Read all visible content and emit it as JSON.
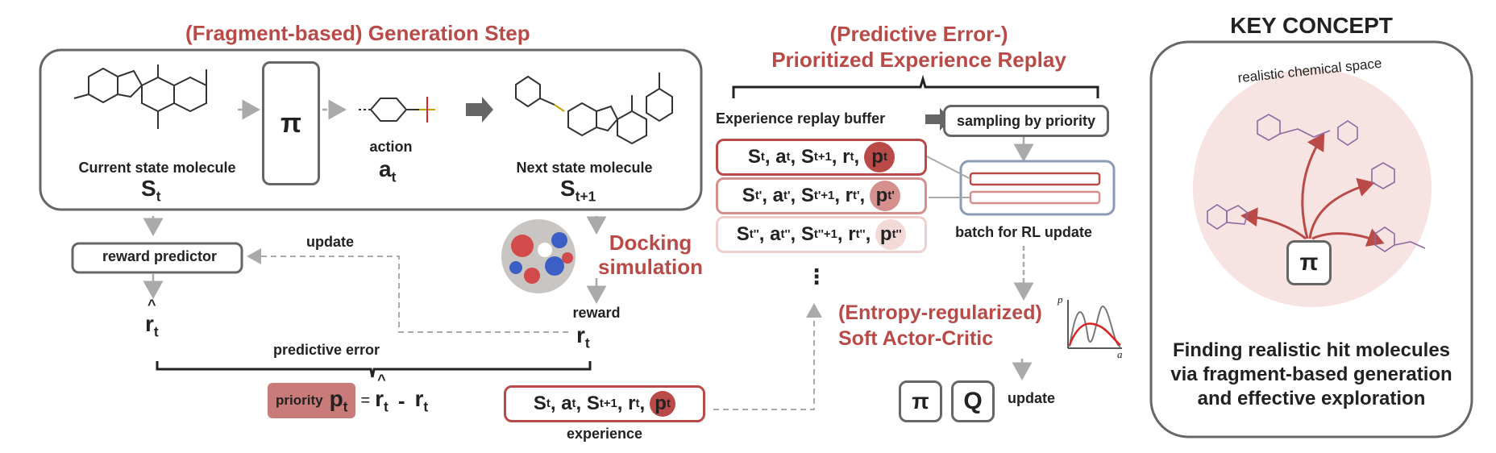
{
  "generation": {
    "title": "(Fragment-based) Generation Step",
    "current_label": "Current state molecule",
    "current_symbol": "S",
    "current_sub": "t",
    "policy_symbol": "π",
    "action_label": "action",
    "action_symbol": "a",
    "action_sub": "t",
    "next_label": "Next state molecule",
    "next_symbol": "S",
    "next_sub": "t+1"
  },
  "reward": {
    "predictor_label": "reward predictor",
    "update_label": "update",
    "rhat_symbol": "r",
    "rhat_sub": "t",
    "docking_line1": "Docking",
    "docking_line2": "simulation",
    "reward_label": "reward",
    "r_symbol": "r",
    "r_sub": "t",
    "predictive_error_label": "predictive error",
    "priority_label": "priority",
    "priority_symbol": "p",
    "priority_sub": "t",
    "equals": "=",
    "minus": "-",
    "experience_label": "experience",
    "experience_tuple": {
      "s": "S",
      "s_sub": "t",
      "a": "a",
      "a_sub": "t",
      "s2": "S",
      "s2_sub": "t+1",
      "r": "r",
      "r_sub": "t",
      "p": "p",
      "p_sub": "t"
    }
  },
  "replay": {
    "title_line1": "(Predictive Error-)",
    "title_line2": "Prioritized Experience Replay",
    "buffer_label": "Experience replay buffer",
    "sampling_label": "sampling by priority",
    "rows": [
      {
        "s": "S",
        "s_sub": "t",
        "a": "a",
        "a_sub": "t",
        "s2": "S",
        "s2_sub": "t+1",
        "r": "r",
        "r_sub": "t",
        "p": "p",
        "p_sub": "t"
      },
      {
        "s": "S",
        "s_sub": "t'",
        "a": "a",
        "a_sub": "t'",
        "s2": "S",
        "s2_sub": "t'+1",
        "r": "r",
        "r_sub": "t'",
        "p": "p",
        "p_sub": "t'"
      },
      {
        "s": "S",
        "s_sub": "t''",
        "a": "a",
        "a_sub": "t''",
        "s2": "S",
        "s2_sub": "t''+1",
        "r": "r",
        "r_sub": "t''",
        "p": "p",
        "p_sub": "t''"
      }
    ],
    "ellipsis": "⋮",
    "batch_label": "batch for RL update"
  },
  "sac": {
    "title_line1": "(Entropy-regularized)",
    "title_line2": "Soft Actor-Critic",
    "plot_p": "p",
    "plot_a": "a",
    "pi_symbol": "π",
    "q_symbol": "Q",
    "update_label": "update"
  },
  "concept": {
    "title": "KEY CONCEPT",
    "space_label": "realistic chemical space",
    "pi_symbol": "π",
    "text_line1": "Finding realistic hit molecules",
    "text_line2": "via fragment-based generation",
    "text_line3": "and effective exploration"
  },
  "colors": {
    "accent": "#b94a48",
    "border": "#666666",
    "priority_fill": "#c97b79",
    "concept_bg": "#f7e3e2"
  }
}
